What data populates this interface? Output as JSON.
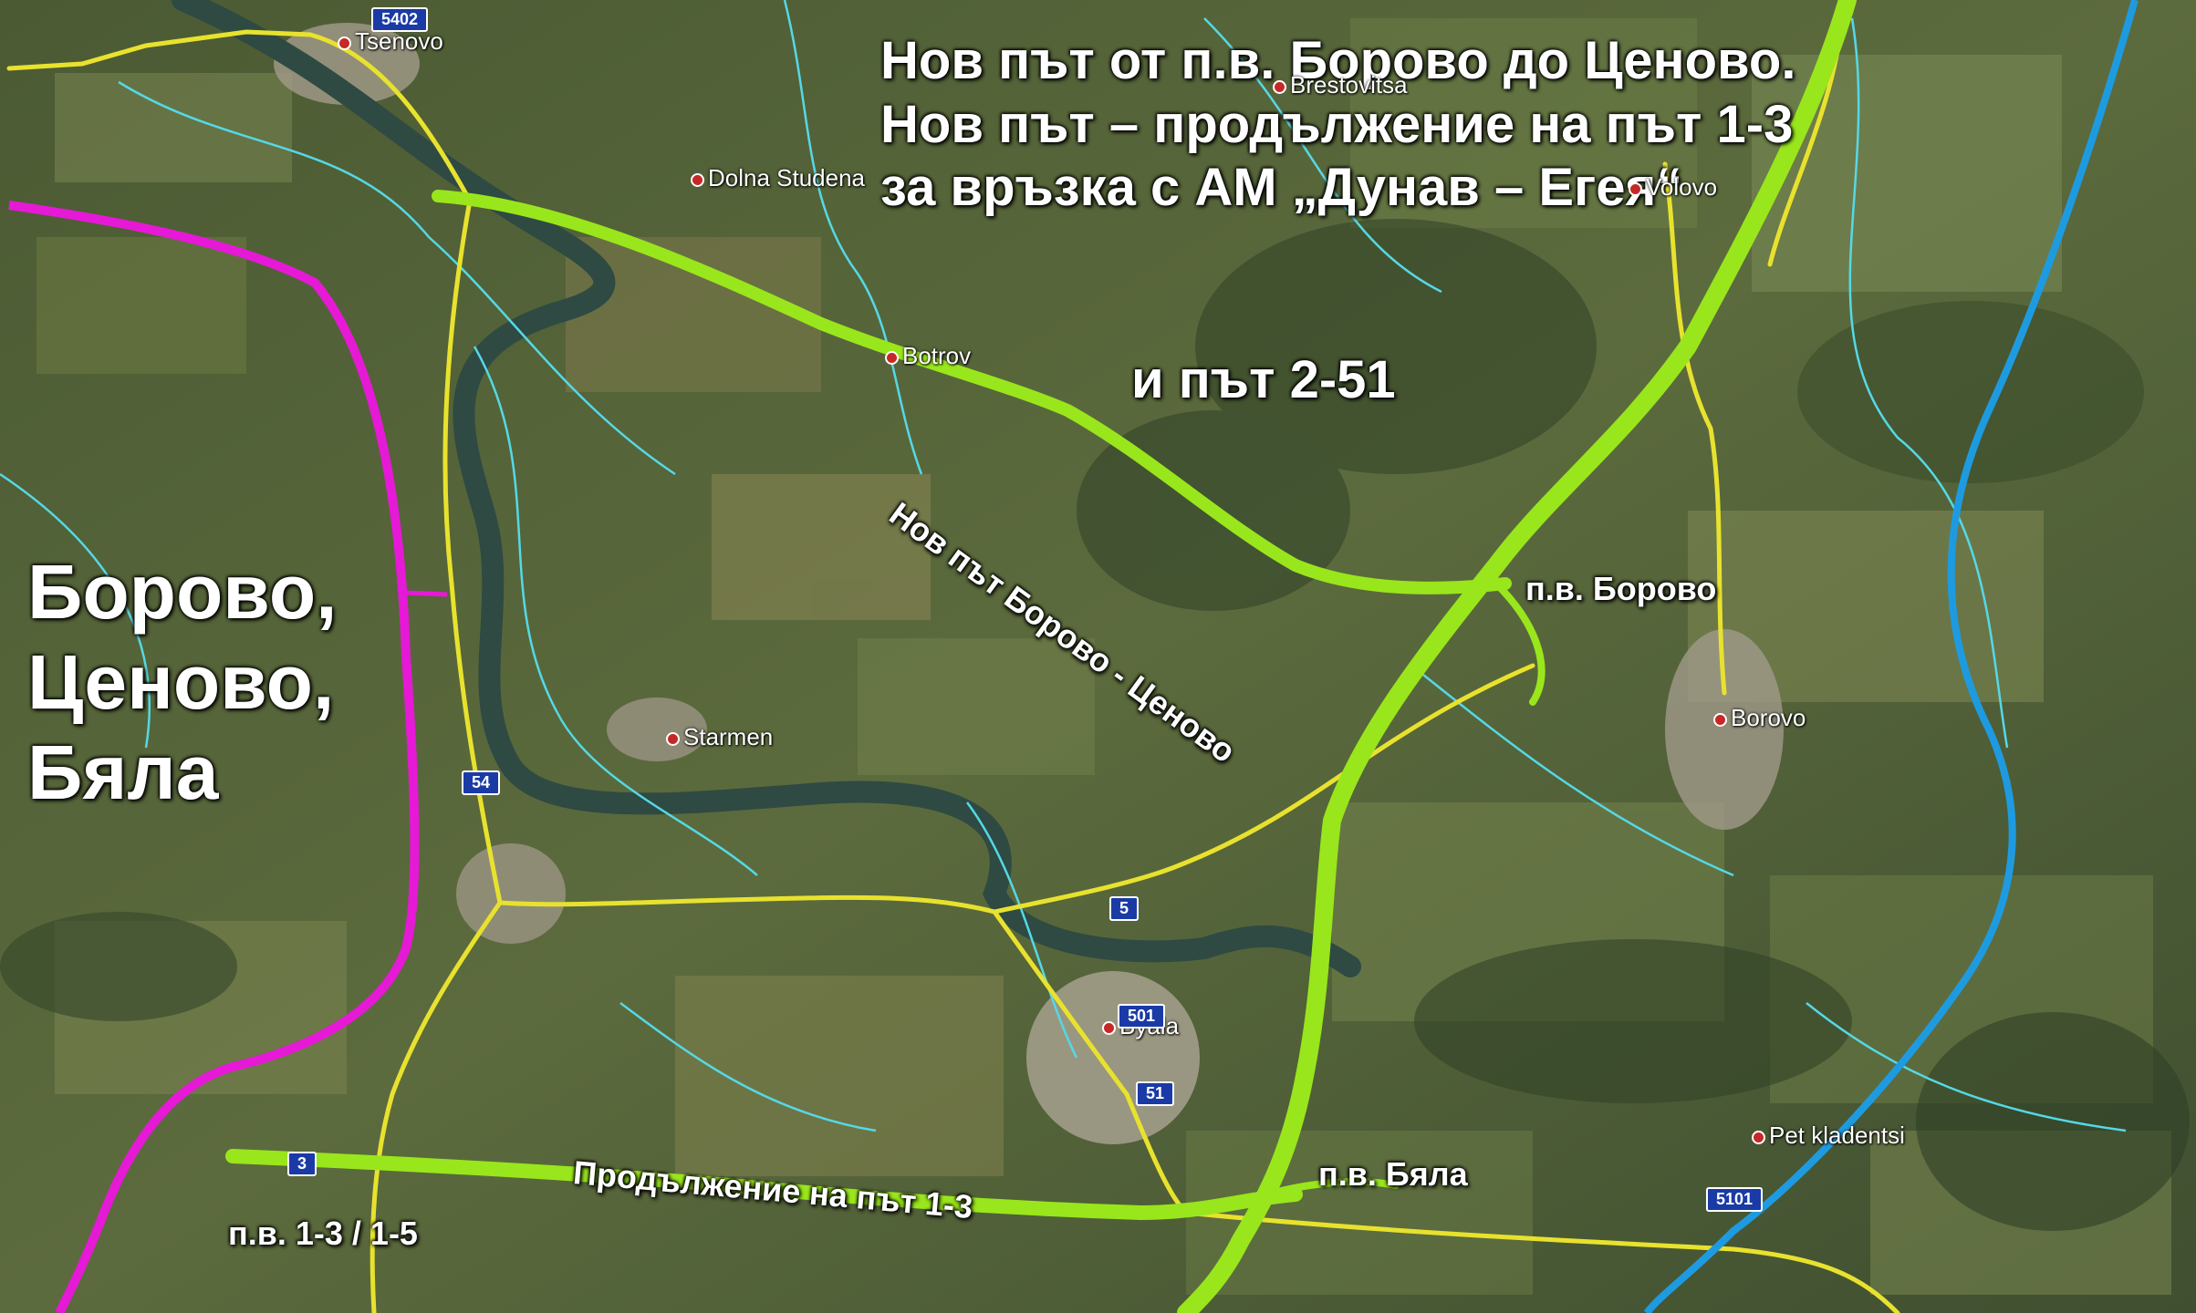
{
  "map": {
    "headline": [
      "Нов път от п.в. Борово до Ценово.",
      "Нов път – продължение на път 1-3",
      "за  връзка с АМ „Дунав – Егея“",
      "и път 2-51"
    ],
    "region_label": [
      "Борово,",
      "Ценово,",
      "Бяла"
    ],
    "route_labels": {
      "borovo_tsenovo": "Нов път Борово - Ценово",
      "road_1_3_ext": "Продължение на път 1-3"
    },
    "junctions": {
      "borovo": "п.в. Борово",
      "byala": "п.в. Бяла",
      "j_1_3_1_5": "п.в. 1-3 / 1-5"
    },
    "places": [
      "Tsenovo",
      "Brestovitsa",
      "Dolna Studena",
      "Volovo",
      "Botrov",
      "Borovo",
      "Starmen",
      "Byala",
      "Pet kladentsi"
    ],
    "shields": [
      "5402",
      "54",
      "5",
      "501",
      "51",
      "3",
      "5101"
    ],
    "colors": {
      "new_route": "#99e61c",
      "existing_road": "#e8e22e",
      "magenta_route": "#e619d6",
      "blue_route": "#1e9be0",
      "boundary": "#55d8e6"
    }
  }
}
